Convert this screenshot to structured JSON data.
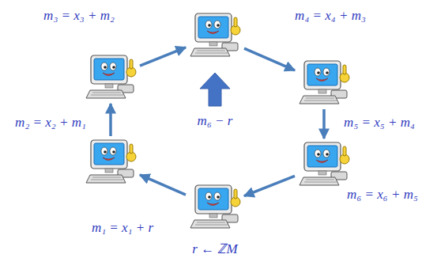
{
  "diagram": {
    "nodes": [
      {
        "text": [
          "r ← ℤM"
        ]
      },
      {
        "text": []
      },
      {
        "text": []
      },
      {
        "text": []
      },
      {
        "text": []
      },
      {
        "text": []
      }
    ],
    "edges": [
      {
        "from": 0,
        "to": 1,
        "label": "m₁ = x₁ + r",
        "arrow": "to"
      },
      {
        "from": 1,
        "to": 2,
        "label": "m₂ = x₂ + m₁",
        "arrow": "to"
      },
      {
        "from": 2,
        "to": 3,
        "label": "m₃ = x₃ + m₂",
        "arrow": "to"
      },
      {
        "from": 3,
        "to": 4,
        "label": "m₄ = x₄ + m₃",
        "arrow": "to"
      },
      {
        "from": 4,
        "to": 5,
        "label": "m₅ = x₅ + m₄",
        "arrow": "to"
      },
      {
        "from": 5,
        "to": 0,
        "label": "m₆ = x₆ + m₅",
        "arrow": "to"
      }
    ],
    "labels": [
      "m₆ − r"
    ]
  }
}
